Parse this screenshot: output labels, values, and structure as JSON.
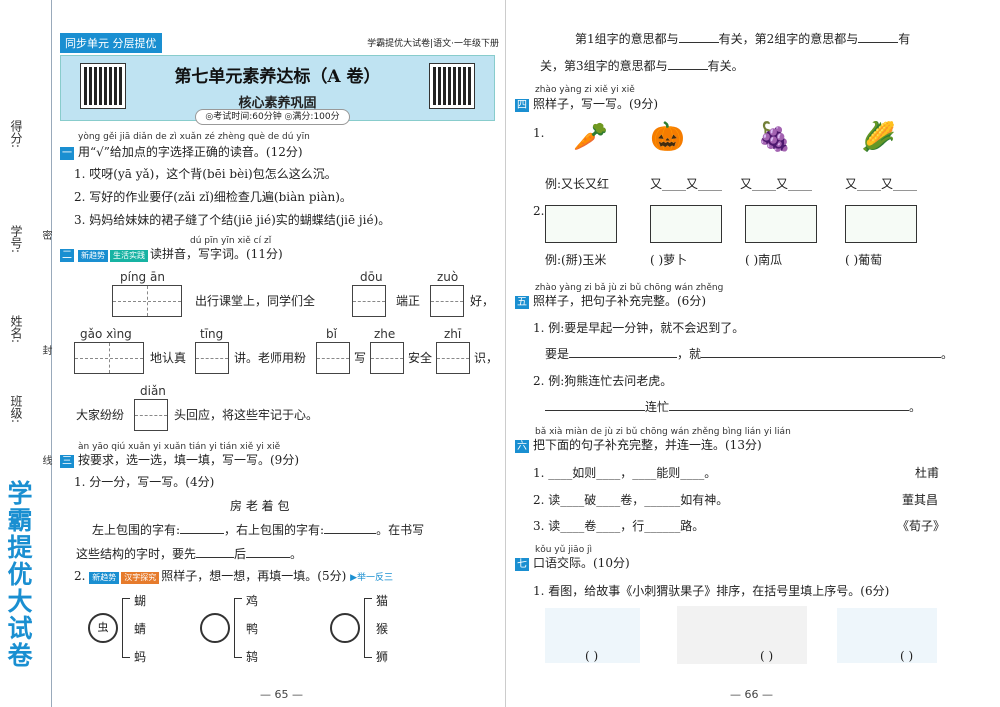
{
  "left": {
    "tag": "同步单元 分层提优",
    "header_right": "学霸提优大试卷|语文·一年级下册",
    "title": "第七单元素养达标（A 卷）",
    "subtitle": "核心素养巩固",
    "meta": "◎考试时间:60分钟  ◎满分:100分",
    "spine": {
      "score": "得分:",
      "id": "学号:",
      "name": "姓名:",
      "class": "班级:",
      "mi": "密",
      "feng": "封",
      "xian": "线",
      "brand": "学霸提优大试卷"
    },
    "s1": {
      "py": "yòng          gěi jiā diǎn de zì xuǎn zé zhèng què de dú yīn",
      "num": "一",
      "text": "用“√”给加点的字选择正确的读音。(12分)",
      "q1": "1. 哎呀(yā  yǎ)，这个背(bēi  bèi)包怎么这么沉。",
      "q2": "2. 写好的作业要仔(zǎi  zǐ)细检查几遍(biàn  piàn)。",
      "q3": "3. 妈妈给妹妹的裙子缝了个结(jiē  jié)实的蝴蝶结(jiē  jié)。"
    },
    "s2": {
      "py": "dú pīn yīn  xiě cí zǐ",
      "num": "二",
      "badge1": "新趋势",
      "badge2": "生活实践",
      "text": "读拼音，写字词。(11分)",
      "p1": "píng  ān",
      "t1": "出行课堂上，同学们全",
      "p2": "dōu",
      "t2": "端正",
      "p3": "zuò",
      "t3": "好，",
      "p4": "gǎo  xìng",
      "t4": "地认真",
      "p5": "tīng",
      "t5": "讲。老师用粉",
      "p6": "bǐ",
      "p7": "zhe",
      "t6": "写",
      "t7": "安全",
      "p8": "zhī",
      "t8": "识，",
      "p9": "diǎn",
      "t9a": "大家纷纷",
      "t9b": "头回应，将这些牢记于心。"
    },
    "s3": {
      "py": "àn yāo qiú   xuǎn yi xuǎn  tián yi tián   xiě yi xiě",
      "num": "三",
      "text": "按要求，选一选，填一填，写一写。(9分)",
      "q1": "1. 分一分，写一写。(4分)",
      "chars": "房   老   着   包",
      "q1a": "左上包围的字有:",
      "q1b": "，右上包围的字有:",
      "q1c": "。在书写",
      "q1d": "这些结构的字时，要先",
      "q1e": "后",
      "q1f": "。",
      "q2": "2.",
      "q2badge1": "新趋势",
      "q2badge2": "汉字探究",
      "q2text": "照样子，想一想，再填一填。(5分)",
      "q2tag": "▶举一反三",
      "c1": "虫",
      "c1a": "蝴",
      "c1b": "蜻",
      "c1c": "蚂",
      "c2a": "鸡",
      "c2b": "鸭",
      "c2c": "鸫",
      "c3a": "猫",
      "c3b": "猴",
      "c3c": "狮"
    },
    "page": "— 65 —"
  },
  "right": {
    "top1a": "第1组字的意思都与",
    "top1b": "有关，第2组字的意思都与",
    "top1c": "有",
    "top2a": "关，第3组字的意思都与",
    "top2b": "有关。",
    "s4": {
      "py": "zhào yàng zi   xiě yi xiě",
      "num": "四",
      "text": "照样子，写一写。(9分)",
      "n1": "1.",
      "ex1": "例:又长又红",
      "yy": "又____又____",
      "n2": "2.",
      "ex2": "例:(掰)玉米",
      "b1": "(    )萝卜",
      "b2": "(    )南瓜",
      "b3": "(    )葡萄"
    },
    "s5": {
      "py": "zhào yàng zi  bǎ jù zi bǔ chōng wán zhěng",
      "num": "五",
      "text": "照样子，把句子补充完整。(6分)",
      "q1": "1. 例:要是早起一分钟，就不会迟到了。",
      "q1a": "要是",
      "q1b": "，就",
      "q1c": "。",
      "q2": "2. 例:狗熊连忙去问老虎。",
      "q2a": "连忙",
      "q2b": "。"
    },
    "s6": {
      "py": "bǎ xià miàn de jù zi bǔ chōng wán zhěng   bìng lián yi lián",
      "num": "六",
      "text": "把下面的句子补充完整，并连一连。(13分)",
      "q1": "1. ____如则____，____能则____。",
      "a1": "杜甫",
      "q2": "2. 读____破____卷，______如有神。",
      "a2": "董其昌",
      "q3": "3. 读____卷____，行______路。",
      "a3": "《荀子》"
    },
    "s7": {
      "py": "kǒu yǔ jiāo jì",
      "num": "七",
      "text": "口语交际。(10分)",
      "q1": "1. 看图，给故事《小刺猬驮果子》排序，在括号里填上序号。(6分)",
      "paren": "(    )"
    },
    "page": "— 66 —"
  }
}
